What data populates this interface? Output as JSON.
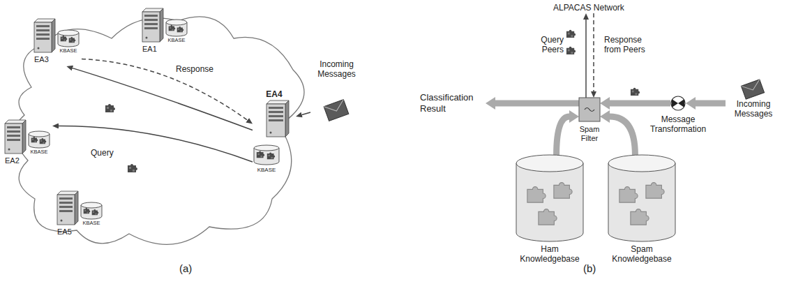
{
  "diagram": {
    "nodes": [
      {
        "text": [
          "EA3",
          "KBASE"
        ]
      },
      {
        "text": [
          "EA1",
          "KBASE"
        ]
      },
      {
        "text": [
          "EA2",
          "KBASE"
        ]
      },
      {
        "text": [
          "EA4",
          "KBASE"
        ]
      },
      {
        "text": [
          "EA5",
          "KBASE"
        ]
      },
      {
        "text": [
          "Incoming Messages"
        ]
      },
      {
        "text": [
          "ALPACAS Network"
        ]
      },
      {
        "text": [
          "Spam Filter"
        ]
      },
      {
        "text": [
          "Classification Result"
        ]
      },
      {
        "text": [
          "Message Transformation"
        ]
      },
      {
        "text": [
          "Incoming Messages"
        ]
      },
      {
        "text": [
          "Ham Knowledgebase"
        ]
      },
      {
        "text": [
          "Spam Knowledgebase"
        ]
      }
    ],
    "edges": [
      {
        "from": 3,
        "to": 0,
        "arrow": "to"
      },
      {
        "from": 0,
        "to": 3,
        "label": "Response",
        "arrow": "to"
      },
      {
        "from": 3,
        "to": 2,
        "label": "Query",
        "arrow": "to"
      },
      {
        "from": 5,
        "to": 3,
        "arrow": "to"
      },
      {
        "from": 7,
        "to": 6,
        "label": "Query Peers",
        "arrow": "to"
      },
      {
        "from": 6,
        "to": 7,
        "label": "Response from Peers",
        "arrow": "to"
      },
      {
        "from": 10,
        "to": 9,
        "arrow": "to"
      },
      {
        "from": 9,
        "to": 7,
        "arrow": "to"
      },
      {
        "from": 7,
        "to": 8,
        "arrow": "to"
      },
      {
        "from": 11,
        "to": 7,
        "arrow": "to"
      },
      {
        "from": 12,
        "to": 7,
        "arrow": "to"
      }
    ],
    "labels": [
      "(a)",
      "(b)"
    ]
  }
}
